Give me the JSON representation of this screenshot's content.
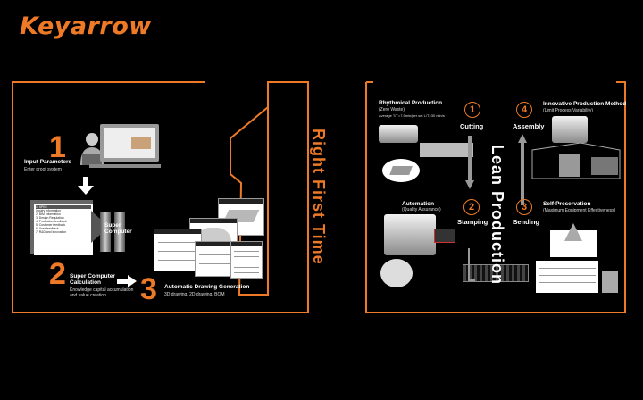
{
  "brand": {
    "logo": "Keyarrow",
    "accent": "#ee7a28"
  },
  "left": {
    "steps": [
      {
        "num": "1",
        "title": "Input Parameters",
        "sub": "Enter proof system"
      },
      {
        "num": "2",
        "title": "Super Computer\nCalculation",
        "sub": "Knowledge capital accumulation\nand value creation"
      },
      {
        "num": "3",
        "title": "Automatic Drawing Generation",
        "sub": "3D drawing, 2D drawing, BOM"
      }
    ],
    "computer_label": "Super\nComputer",
    "doc_lines": [
      "1. SPEC",
      "  Inquiry Information",
      "2. BIM Information",
      "3. Design Regulation",
      "4. Production feedback",
      "5. Customer feedback",
      "6. User feedback",
      "7. R&D and Innovation"
    ]
  },
  "center": {
    "title": "Right First Time"
  },
  "right": {
    "center_title": "Lean Production",
    "items": [
      {
        "num": "1",
        "title": "Rhythmical Production",
        "sub": "(Zero Waste)",
        "extra": "Average T/T=7.5min/per set    L/T=30 min/s",
        "process": "Cutting"
      },
      {
        "num": "2",
        "title": "Automation",
        "sub": "(Quality Assurance)",
        "process": "Stamping"
      },
      {
        "num": "3",
        "title": "Self-Preservation",
        "sub": "(Maximum Equipment Effectiveness)",
        "process": "Bending"
      },
      {
        "num": "4",
        "title": "Innovative Production Method",
        "sub": "(Limit Process Variability)",
        "process": "Assembly"
      }
    ]
  }
}
